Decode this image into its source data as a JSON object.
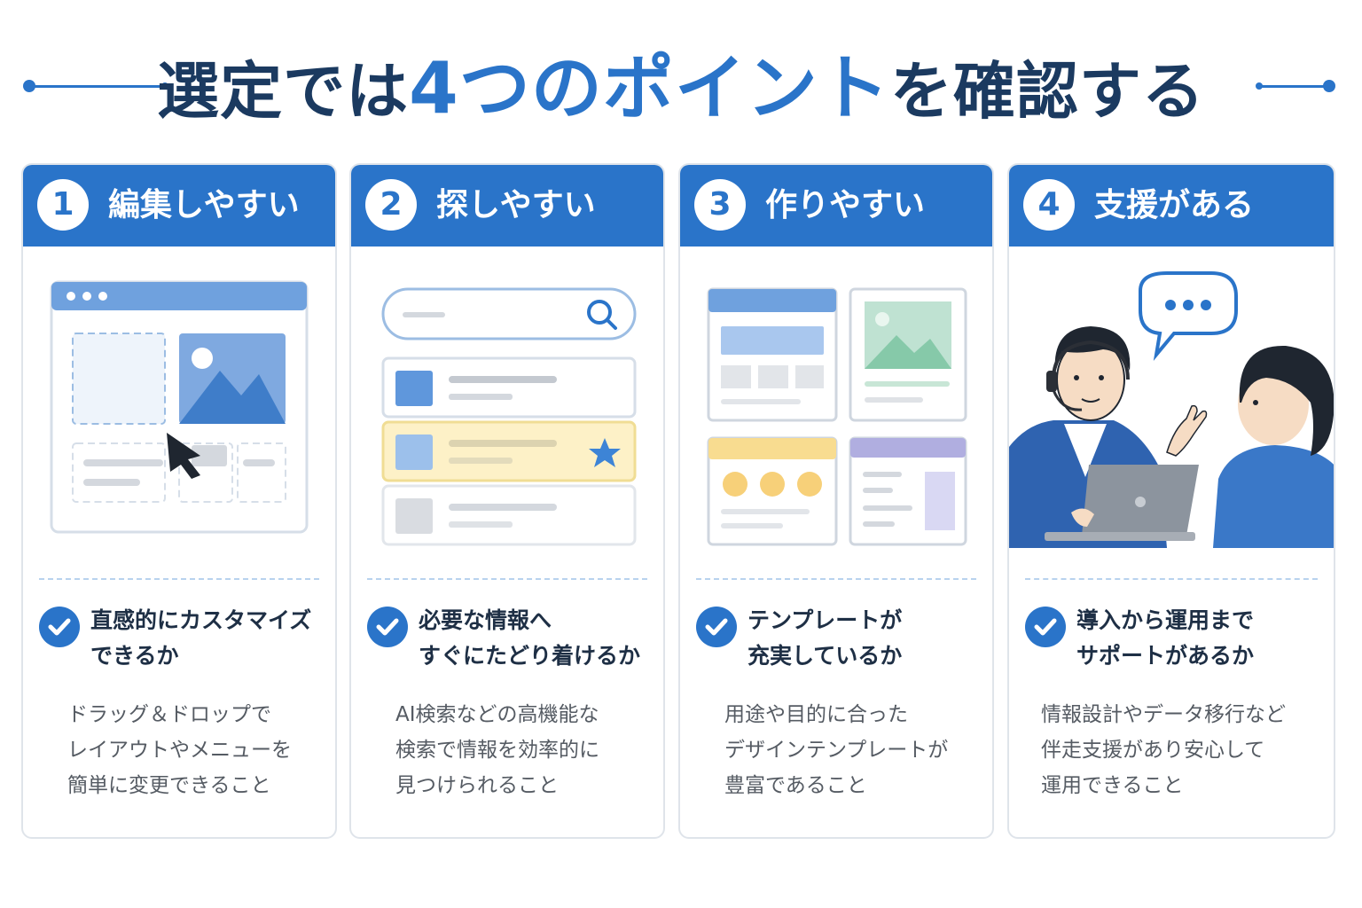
{
  "title": {
    "before": "選定では",
    "accent": "4つのポイント",
    "after": "を確認する"
  },
  "colors": {
    "primary": "#2a74c9",
    "title": "#1b3a60",
    "divider": "#b8d2ee"
  },
  "cards": [
    {
      "number": "1",
      "heading": "編集しやすい",
      "point": [
        "直感的にカスタマイズ",
        "できるか"
      ],
      "desc": [
        "ドラッグ＆ドロップで",
        "レイアウトやメニューを",
        "簡単に変更できること"
      ],
      "illustration": "editor-drag-drop"
    },
    {
      "number": "2",
      "heading": "探しやすい",
      "point": [
        "必要な情報へ",
        "すぐにたどり着けるか"
      ],
      "desc": [
        "AI検索などの高機能な",
        "検索で情報を効率的に",
        "見つけられること"
      ],
      "illustration": "search-results"
    },
    {
      "number": "3",
      "heading": "作りやすい",
      "point": [
        "テンプレートが",
        "充実しているか"
      ],
      "desc": [
        "用途や目的に合った",
        "デザインテンプレートが",
        "豊富であること"
      ],
      "illustration": "template-grid"
    },
    {
      "number": "4",
      "heading": "支援がある",
      "point": [
        "導入から運用まで",
        "サポートがあるか"
      ],
      "desc": [
        "情報設計やデータ移行など",
        "伴走支援があり安心して",
        "運用できること"
      ],
      "illustration": "support-conversation"
    }
  ]
}
